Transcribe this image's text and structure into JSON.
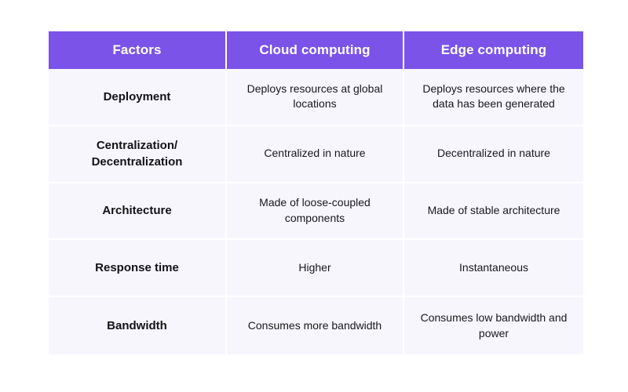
{
  "table": {
    "columns": [
      {
        "key": "factors",
        "label": "Factors"
      },
      {
        "key": "cloud",
        "label": "Cloud computing"
      },
      {
        "key": "edge",
        "label": "Edge computing"
      }
    ],
    "rows": [
      {
        "factor": "Deployment",
        "cloud": "Deploys resources at global locations",
        "edge": "Deploys resources where the data has been generated"
      },
      {
        "factor": "Centralization/ Decentralization",
        "cloud": "Centralized in nature",
        "edge": "Decentralized in nature"
      },
      {
        "factor": "Architecture",
        "cloud": "Made of loose-coupled components",
        "edge": "Made of stable architecture"
      },
      {
        "factor": "Response time",
        "cloud": "Higher",
        "edge": "Instantaneous"
      },
      {
        "factor": "Bandwidth",
        "cloud": "Consumes more bandwidth",
        "edge": "Consumes low bandwidth and power"
      }
    ]
  },
  "colors": {
    "header_background": "#7b53e8",
    "header_text": "#ffffff",
    "cell_background": "#f7f6fd",
    "cell_text": "#18181b",
    "factor_text": "#131316",
    "divider": "#ffffff",
    "page_background": "#ffffff"
  }
}
